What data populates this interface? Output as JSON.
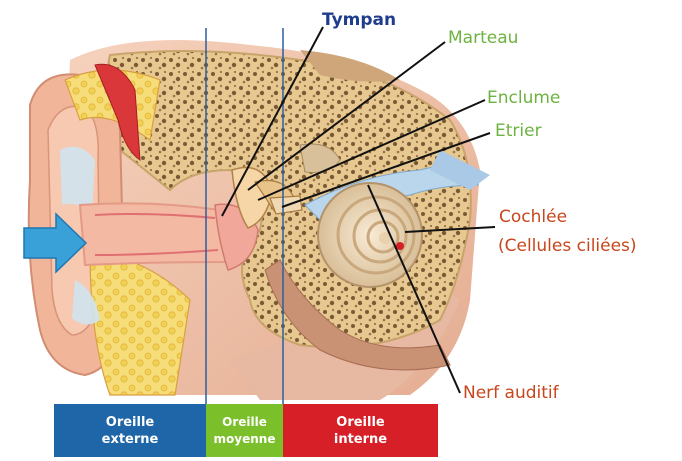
{
  "labels": {
    "tympan": "Tympan",
    "marteau": "Marteau",
    "enclume": "Enclume",
    "etrier": "Etrier",
    "cochlee_line1": "Cochlée",
    "cochlee_line2": "(Cellules ciliées)",
    "nerf": "Nerf auditif"
  },
  "sections": [
    {
      "line1": "Oreille",
      "line2": "externe",
      "color": "#1f66a8"
    },
    {
      "line1": "Oreille",
      "line2": "moyenne",
      "color": "#7bbf2a"
    },
    {
      "line1": "Oreille",
      "line2": "interne",
      "color": "#d61f26"
    }
  ],
  "colors": {
    "tympan_label": "#1f3c8f",
    "ossicle_labels": "#6db33f",
    "cochlea_labels": "#c8461c",
    "arrow": "#3aa0d8"
  }
}
